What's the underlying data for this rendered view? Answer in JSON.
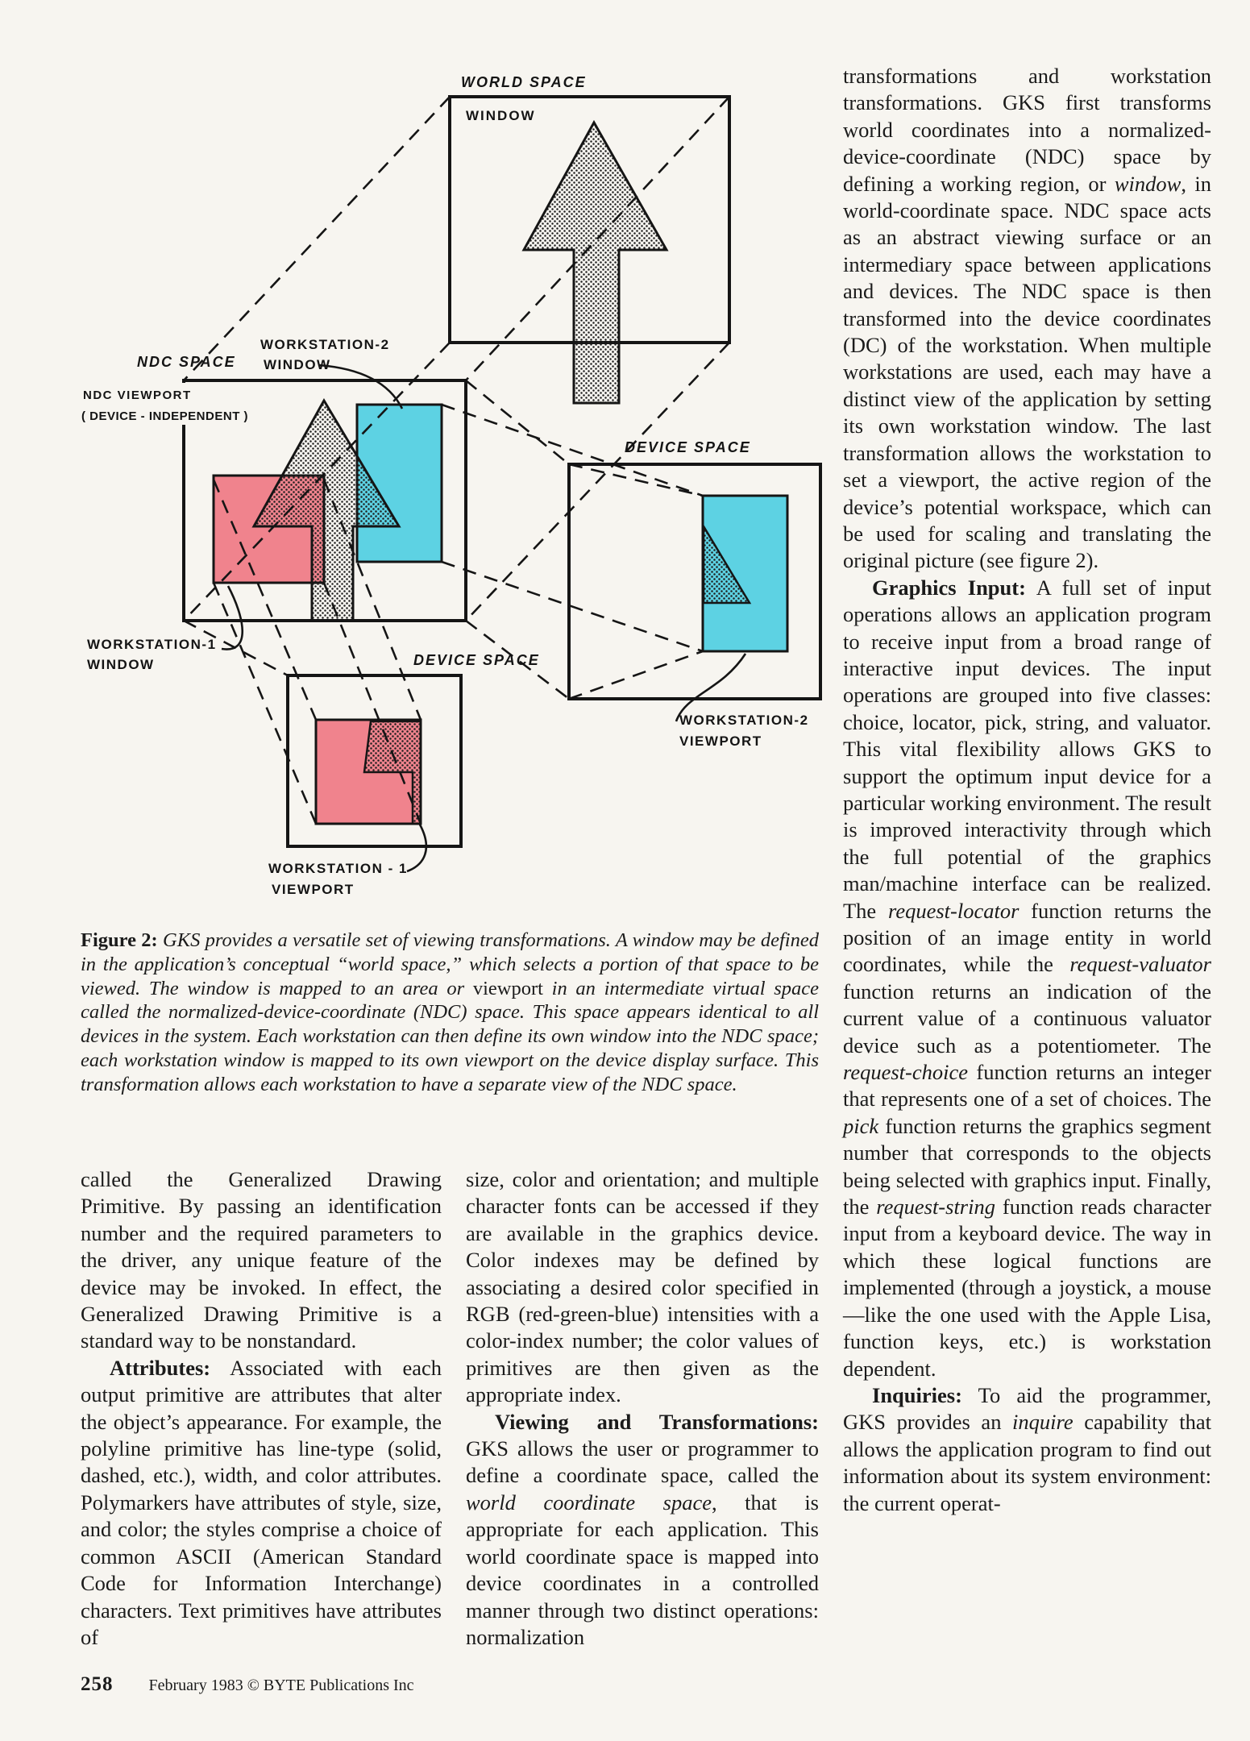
{
  "diagram": {
    "colors": {
      "pink": "#f0838d",
      "cyan": "#5dd2e3"
    },
    "labels": {
      "world_space": "WORLD SPACE",
      "world_window": "WINDOW",
      "ndc_space": "NDC SPACE",
      "ndc_viewport_1": "NDC VIEWPORT",
      "ndc_viewport_2": "( DEVICE - INDEPENDENT )",
      "ws2_window_1": "WORKSTATION-2",
      "ws2_window_2": "WINDOW",
      "ws1_window_1": "WORKSTATION-1",
      "ws1_window_2": "WINDOW",
      "device_space_right": "DEVICE SPACE",
      "device_space_bottom": "DEVICE SPACE",
      "ws2_viewport_1": "WORKSTATION-2",
      "ws2_viewport_2": "VIEWPORT",
      "ws1_viewport_1": "WORKSTATION - 1",
      "ws1_viewport_2": "VIEWPORT"
    }
  },
  "caption": {
    "paragraphs": [
      {
        "indent": false,
        "seg": [
          {
            "t": "Figure 2:",
            "s": "b"
          },
          {
            "t": " GKS provides a versatile set of viewing transformations. A window may be defined in the application’s conceptual “world space,” which selects a portion of that space to be viewed. The window is mapped to an area or ",
            "s": "i"
          },
          {
            "t": "viewport",
            "s": ""
          },
          {
            "t": " in an intermediate virtual space called the normalized-device-coordinate (NDC) space. This space appears identical to all devices in the system. Each workstation can then define its own window into the NDC space; each workstation window is mapped to its own viewport on the device display surface. This transformation allows each workstation to have a separate view of the NDC space.",
            "s": "i"
          }
        ]
      }
    ]
  },
  "columns": {
    "left": {
      "paragraphs": [
        {
          "indent": false,
          "seg": [
            {
              "t": "called the Generalized Drawing Primitive. By passing an identification number and the required parameters to the driver, any unique feature of the device may be invoked. In effect, the Generalized Drawing Primitive is a standard way to be nonstandard.",
              "s": ""
            }
          ]
        },
        {
          "indent": true,
          "seg": [
            {
              "t": "Attributes:",
              "s": "b"
            },
            {
              "t": " Associated with each output primitive are attributes that alter the object’s appearance. For example, the polyline primitive has line-type (solid, dashed, etc.), width, and color attributes. Polymarkers have attributes of style, size, and color; the styles comprise a choice of common ASCII (American Standard Code for Information Interchange) characters. Text primitives have attributes of",
              "s": ""
            }
          ]
        }
      ]
    },
    "middle": {
      "paragraphs": [
        {
          "indent": false,
          "seg": [
            {
              "t": "size, color and orientation; and multiple character fonts can be accessed if they are available in the graphics device. Color indexes may be defined by associating a desired color specified in RGB (red-green-blue) intensities with a color-index number; the color values of primitives are then given as the appropriate index.",
              "s": ""
            }
          ]
        },
        {
          "indent": true,
          "seg": [
            {
              "t": "Viewing and Transformations:",
              "s": "b"
            },
            {
              "t": " GKS allows the user or programmer to define a coordinate space, called the ",
              "s": ""
            },
            {
              "t": "world coordinate space",
              "s": "i"
            },
            {
              "t": ", that is appropriate for each application. This world coordinate space is mapped into device coordinates in a controlled manner through two distinct operations: normalization",
              "s": ""
            }
          ]
        }
      ]
    },
    "right": {
      "paragraphs": [
        {
          "indent": false,
          "seg": [
            {
              "t": "transformations and workstation transformations. GKS first transforms world coordinates into a normalized-device-coordinate (NDC) space by defining a working region, or ",
              "s": ""
            },
            {
              "t": "window",
              "s": "i"
            },
            {
              "t": ", in world-coordinate space. NDC space acts as an abstract viewing surface or an intermediary space between applications and devices. The NDC space is then transformed into the device coordinates (DC) of the workstation. When multiple workstations are used, each may have a distinct view of the application by setting its own workstation window. The last transformation allows the workstation to set a viewport, the active region of the device’s potential workspace, which can be used for scaling and translating the original picture (see figure 2).",
              "s": ""
            }
          ]
        },
        {
          "indent": true,
          "seg": [
            {
              "t": "Graphics Input:",
              "s": "b"
            },
            {
              "t": " A full set of input operations allows an application program to receive input from a broad range of interactive input devices. The input operations are grouped into five classes: choice, locator, pick, string, and valuator. This vital flexibility allows GKS to support the optimum input device for a particular working environment. The result is improved interactivity through which the full potential of the graphics man/machine interface can be realized. The ",
              "s": ""
            },
            {
              "t": "request-locator",
              "s": "i"
            },
            {
              "t": " function returns the position of an image entity in world coordinates, while the ",
              "s": ""
            },
            {
              "t": "request-valuator",
              "s": "i"
            },
            {
              "t": " function returns an indication of the current value of a continuous valuator device such as a potentiometer. The ",
              "s": ""
            },
            {
              "t": "request-choice",
              "s": "i"
            },
            {
              "t": " function returns an integer that represents one of a set of choices. The ",
              "s": ""
            },
            {
              "t": "pick",
              "s": "i"
            },
            {
              "t": " function returns the graphics segment number that corresponds to the objects being selected with graphics input. Finally, the ",
              "s": ""
            },
            {
              "t": "request-string",
              "s": "i"
            },
            {
              "t": " function reads character input from a keyboard device. The way in which these logical functions are implemented (through a joystick, a mouse—like the one used with the Apple Lisa, function keys, etc.) is workstation dependent.",
              "s": ""
            }
          ]
        },
        {
          "indent": true,
          "seg": [
            {
              "t": "Inquiries:",
              "s": "b"
            },
            {
              "t": " To aid the programmer, GKS provides an ",
              "s": ""
            },
            {
              "t": "inquire",
              "s": "i"
            },
            {
              "t": " capability that allows the application program to find out information about its system environment: the current operat-",
              "s": ""
            }
          ]
        }
      ]
    }
  },
  "footer": {
    "page_number": "258",
    "credit": "February 1983 © BYTE Publications Inc"
  }
}
